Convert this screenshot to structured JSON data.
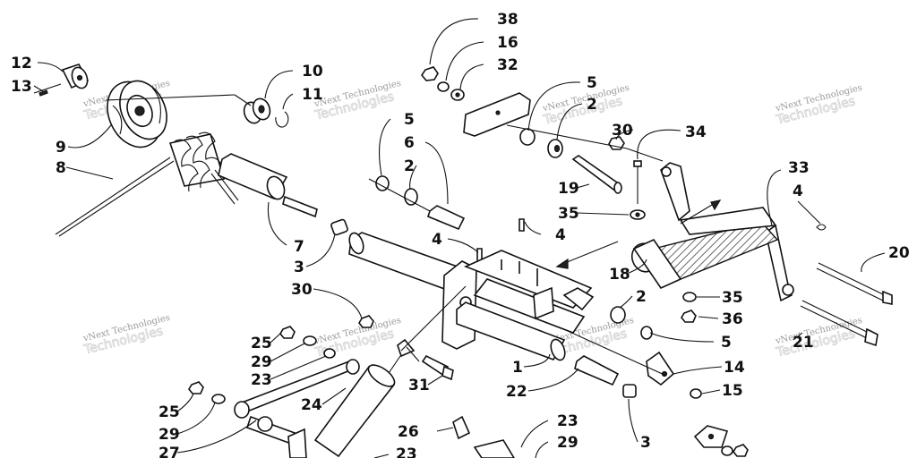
{
  "watermark": {
    "text": "vNext Technologies",
    "ghost": "Technologies"
  },
  "labels": {
    "l38": "38",
    "l16": "16",
    "l32": "32",
    "l12": "12",
    "l13": "13",
    "l10": "10",
    "l11": "11",
    "l9": "9",
    "l8": "8",
    "l5a": "5",
    "l6": "6",
    "l2a": "2",
    "l5b": "5",
    "l2b": "2",
    "l30a": "30",
    "l34": "34",
    "l19": "19",
    "l35a": "35",
    "l33": "33",
    "l4a": "4",
    "l4b": "4",
    "l4c": "4",
    "l20": "20",
    "l18": "18",
    "l7": "7",
    "l3a": "3",
    "l30b": "30",
    "l2c": "2",
    "l35b": "35",
    "l36": "36",
    "l5c": "5",
    "l21": "21",
    "l25a": "25",
    "l29a": "29",
    "l23a": "23",
    "l1": "1",
    "l14": "14",
    "l31": "31",
    "l22": "22",
    "l15": "15",
    "l24": "24",
    "l25b": "25",
    "l29b": "29",
    "l27": "27",
    "l26": "26",
    "l3b": "3",
    "l23b": "23",
    "l23c": "23",
    "l29c": "29"
  }
}
